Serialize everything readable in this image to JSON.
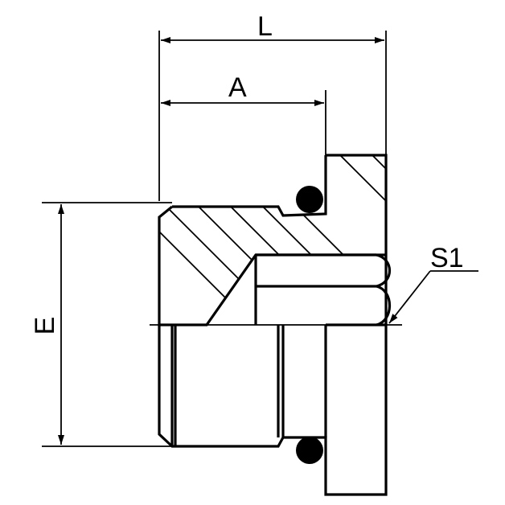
{
  "labels": {
    "length": "L",
    "thread_length": "A",
    "diameter": "E",
    "seal": "S1"
  },
  "colors": {
    "line": "#000000",
    "background": "#ffffff"
  }
}
